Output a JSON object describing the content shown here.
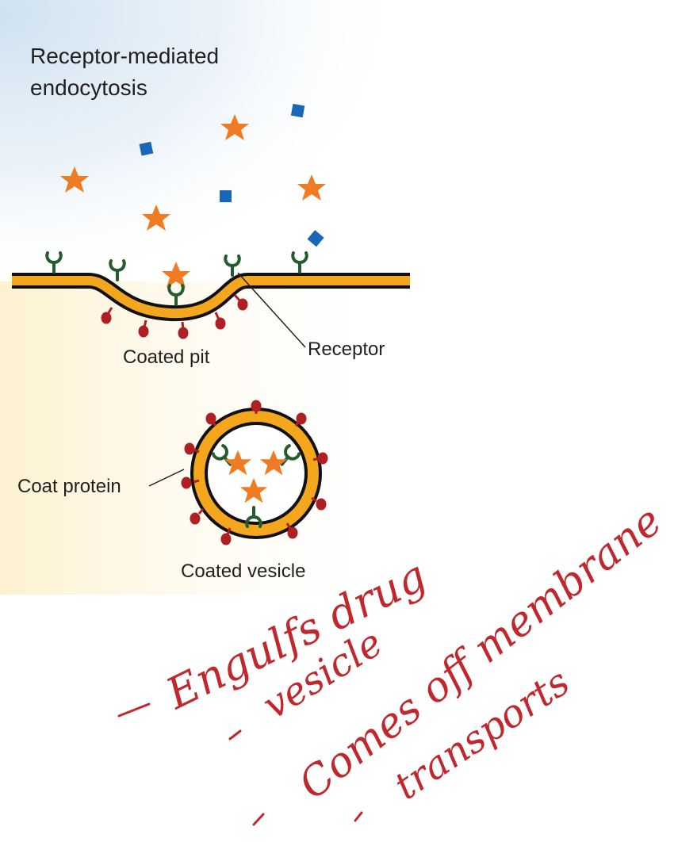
{
  "diagram": {
    "title_line1": "Receptor-mediated",
    "title_line2": "endocytosis",
    "labels": {
      "coated_pit": "Coated pit",
      "receptor": "Receptor",
      "coat_protein": "Coat protein",
      "coated_vesicle": "Coated vesicle"
    },
    "colors": {
      "membrane": "#f4a61c",
      "membrane_outline": "#111111",
      "ligand_star": "#ef7c22",
      "ligand_square": "#1a66b8",
      "receptor": "#245c2e",
      "coat_protein": "#b01f24",
      "annotation_ink": "#c0282d",
      "extracellular_tint": "#cfe1f0",
      "cytoplasm_tint": "#fdf1cf"
    }
  },
  "annotations": {
    "line1": "Engulfs drug",
    "line2": "vesicle",
    "line3": "Comes off membrane",
    "line4": "transports"
  }
}
